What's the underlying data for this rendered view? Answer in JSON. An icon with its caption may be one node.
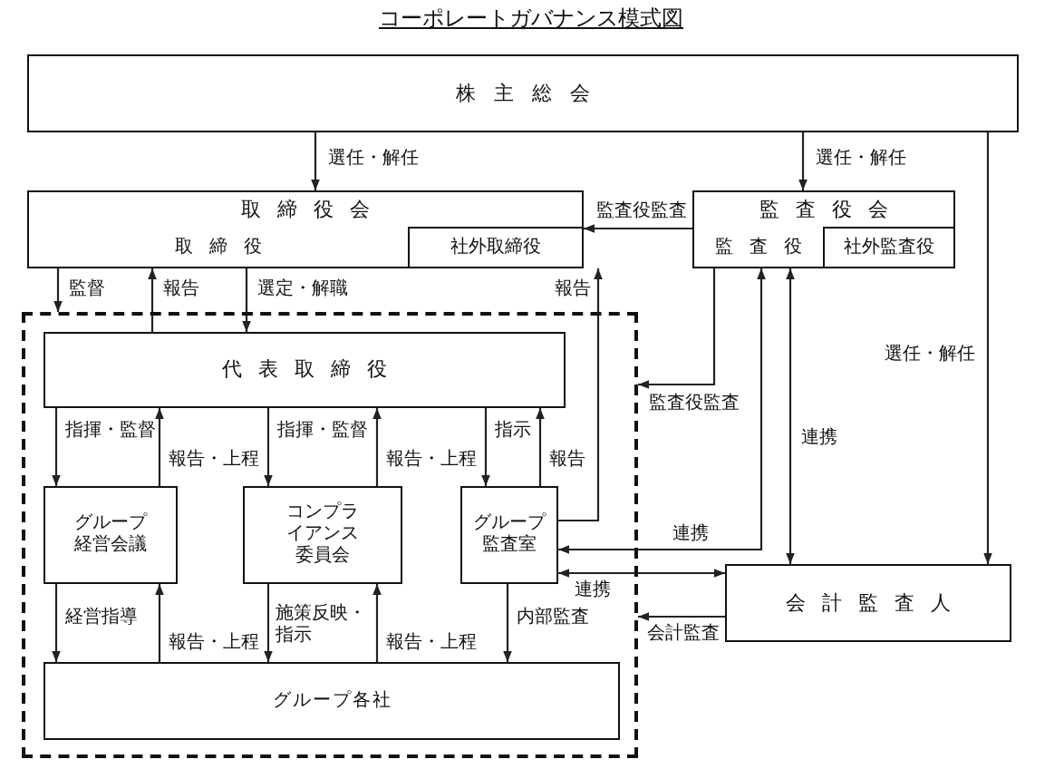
{
  "diagram": {
    "title": "コーポレートガバナンス模式図",
    "nodes": [
      {
        "text": [
          "株主総会"
        ]
      },
      {
        "text": [
          "取締役会",
          "取締役"
        ]
      },
      {
        "text": [
          "社外取締役"
        ],
        "in": 1
      },
      {
        "text": [
          "監査役会",
          "監査役"
        ]
      },
      {
        "text": [
          "社外監査役"
        ],
        "in": 3
      },
      {
        "text": [],
        "shape": "box"
      },
      {
        "text": [
          "代表取締役"
        ],
        "in": 5
      },
      {
        "text": [
          "グループ経営会議"
        ],
        "in": 5
      },
      {
        "text": [
          "コンプライアンス委員会"
        ],
        "in": 5
      },
      {
        "text": [
          "グループ監査室"
        ],
        "in": 5
      },
      {
        "text": [
          "グループ各社"
        ],
        "in": 5
      },
      {
        "text": [
          "会計監査人"
        ]
      }
    ],
    "edges": [
      {
        "from": 0,
        "to": 1,
        "arrow": "to",
        "label": "選任・解任"
      },
      {
        "from": 0,
        "to": 3,
        "arrow": "to",
        "label": "選任・解任"
      },
      {
        "from": 0,
        "to": 11,
        "arrow": "to",
        "label": "選任・解任"
      },
      {
        "from": 3,
        "to": 1,
        "arrow": "to",
        "label": "監査役監査"
      },
      {
        "from": 1,
        "to": 5,
        "arrow": "to",
        "label": "監督"
      },
      {
        "from": 6,
        "to": 1,
        "arrow": "to",
        "label": "報告"
      },
      {
        "from": 1,
        "to": 6,
        "arrow": "to",
        "label": "選定・解職"
      },
      {
        "from": 9,
        "to": 1,
        "arrow": "to",
        "label": "報告"
      },
      {
        "from": 3,
        "to": 5,
        "arrow": "to",
        "label": "監査役監査"
      },
      {
        "from": 3,
        "to": 9,
        "arrow": "both",
        "label": "連携"
      },
      {
        "from": 3,
        "to": 11,
        "arrow": "both",
        "label": "連携"
      },
      {
        "from": 9,
        "to": 11,
        "arrow": "both",
        "label": "連携"
      },
      {
        "from": 11,
        "to": 5,
        "arrow": "to",
        "label": "会計監査"
      },
      {
        "from": 6,
        "to": 7,
        "arrow": "to",
        "label": "指揮・監督"
      },
      {
        "from": 7,
        "to": 6,
        "arrow": "to",
        "label": "報告・上程"
      },
      {
        "from": 6,
        "to": 8,
        "arrow": "to",
        "label": "指揮・監督"
      },
      {
        "from": 8,
        "to": 6,
        "arrow": "to",
        "label": "報告・上程"
      },
      {
        "from": 6,
        "to": 9,
        "arrow": "to",
        "label": "指示"
      },
      {
        "from": 9,
        "to": 6,
        "arrow": "to",
        "label": "報告"
      },
      {
        "from": 7,
        "to": 10,
        "arrow": "to",
        "label": "経営指導"
      },
      {
        "from": 10,
        "to": 7,
        "arrow": "to",
        "label": "報告・上程"
      },
      {
        "from": 8,
        "to": 10,
        "arrow": "to",
        "label": "施策反映・指示"
      },
      {
        "from": 10,
        "to": 8,
        "arrow": "to",
        "label": "報告・上程"
      },
      {
        "from": 9,
        "to": 10,
        "arrow": "to",
        "label": "内部監査"
      }
    ]
  }
}
